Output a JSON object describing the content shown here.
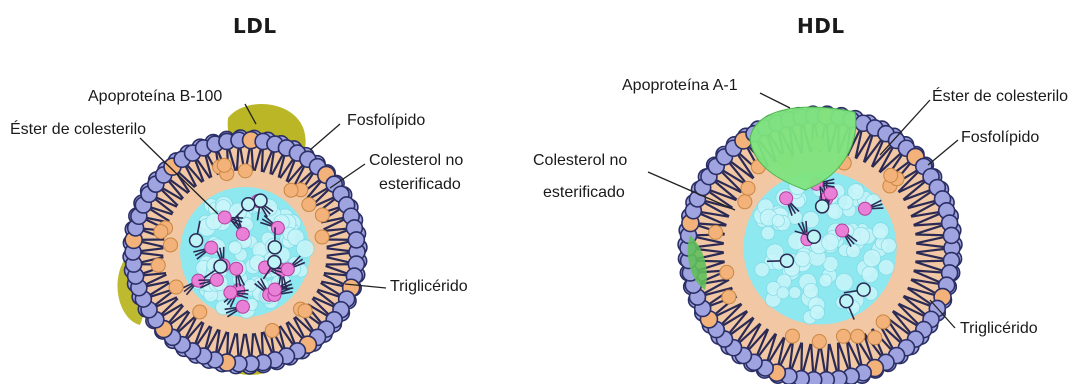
{
  "panels": [
    {
      "title": "LDL",
      "labels": {
        "apoprotein": "Apoproteína B-100",
        "ester": "Éster de colesterilo",
        "phospholipid": "Fosfolípido",
        "free_cholesterol_1": "Colesterol no",
        "free_cholesterol_2": "esterificado",
        "triglyceride": "Triglicérido"
      }
    },
    {
      "title": "HDL",
      "labels": {
        "apoprotein": "Apoproteína A-1",
        "ester": "Éster de colesterilo",
        "phospholipid": "Fosfolípido",
        "free_cholesterol_1": "Colesterol no",
        "free_cholesterol_2": "esterificado",
        "triglyceride": "Triglicérido"
      }
    }
  ],
  "colors": {
    "phospholipid_head": "#9fa3df",
    "free_cholesterol_head": "#f3b27a",
    "shell": "#f1c7a4",
    "core": "#8ee8ef",
    "ester": "#e97fd6",
    "apo_b100": "#b7b219",
    "apo_a1": "#7fe57f",
    "tail": "#2a2a55",
    "leader": "#222222"
  }
}
